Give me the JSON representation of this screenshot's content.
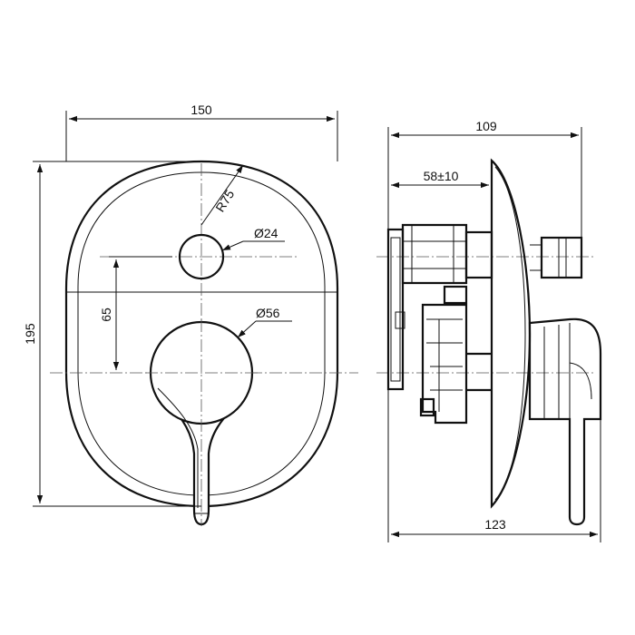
{
  "dimensions": {
    "width": "150",
    "height": "195",
    "radius": "R75",
    "small_hole": "Ø24",
    "handle_dia": "Ø56",
    "center_offset": "65",
    "depth_total": "109",
    "depth_adjust": "58±10",
    "depth_handle": "123"
  }
}
